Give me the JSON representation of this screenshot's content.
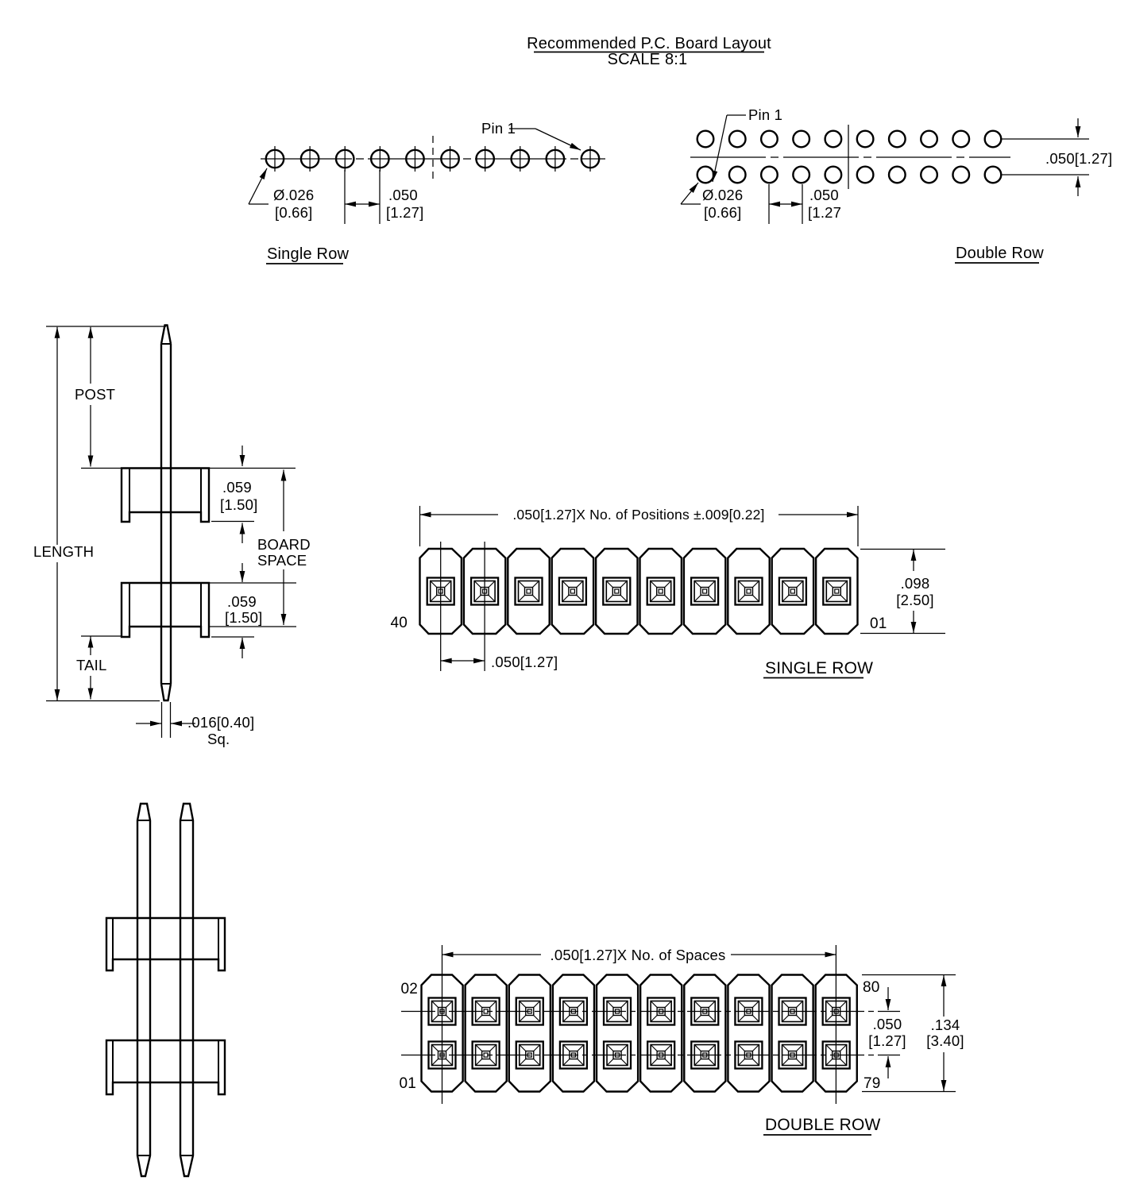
{
  "title": {
    "heading": "Recommended P.C. Board Layout",
    "scale": "SCALE 8:1"
  },
  "board_layout": {
    "single_row": {
      "caption": "Single Row",
      "pin1_label": "Pin 1",
      "hole_dia": "Ø.026",
      "hole_dia_mm": "[0.66]",
      "pitch": ".050",
      "pitch_mm": "[1.27]"
    },
    "double_row": {
      "caption": "Double Row",
      "pin1_label": "Pin 1",
      "hole_dia": "Ø.026",
      "hole_dia_mm": "[0.66]",
      "pitch": ".050",
      "pitch_mm": "[1.27",
      "row_spacing": ".050[1.27]"
    }
  },
  "side_view_single": {
    "post": "POST",
    "length": "LENGTH",
    "tail": "TAIL",
    "board_space_line1": "BOARD",
    "board_space_line2": "SPACE",
    "insulator_top": ".059",
    "insulator_top_mm": "[1.50]",
    "insulator_bottom": ".059",
    "insulator_bottom_mm": "[1.50]",
    "pin_sq": ".016[0.40]",
    "pin_sq_suffix": "Sq."
  },
  "top_view_single": {
    "caption": "SINGLE ROW",
    "span_label": ".050[1.27]X No. of Positions ±.009[0.22]",
    "pos_left": "40",
    "pos_right": "01",
    "width": ".098",
    "width_mm": "[2.50]",
    "pitch_label": ".050[1.27]"
  },
  "top_view_double": {
    "caption": "DOUBLE ROW",
    "span_label": ".050[1.27]X No. of Spaces",
    "pos_top_left": "02",
    "pos_bottom_left": "01",
    "pos_top_right": "80",
    "pos_bottom_right": "79",
    "row_pitch": ".050",
    "row_pitch_mm": "[1.27]",
    "width": ".134",
    "width_mm": "[3.40]"
  }
}
